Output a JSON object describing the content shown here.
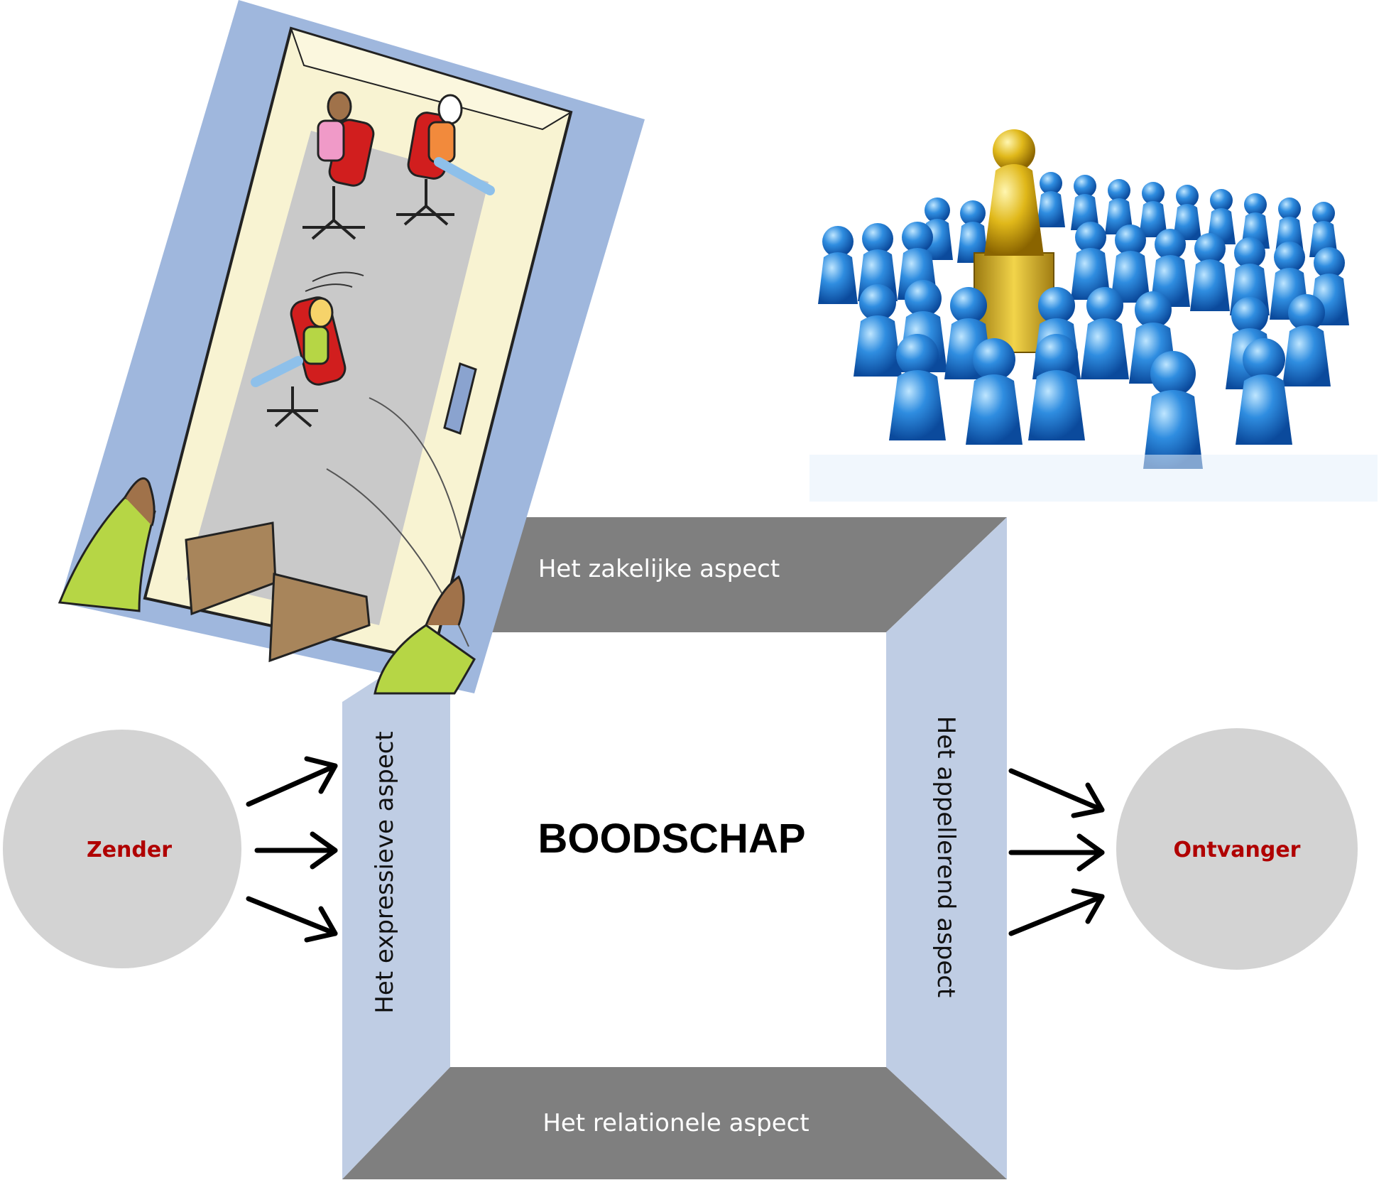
{
  "diagram": {
    "center_label": "BOODSCHAP",
    "top_aspect": "Het zakelijke aspect",
    "bottom_aspect": "Het relationele aspect",
    "left_aspect": "Het expressieve aspect",
    "right_aspect": "Het appellerend aspect",
    "sender": "Zender",
    "receiver": "Ontvanger"
  },
  "colors": {
    "frame_dark": "#7f7f7f",
    "frame_light": "#bfcde4",
    "circle": "#d3d3d3",
    "circle_text": "#b00000",
    "arrow": "#000000"
  },
  "illustrations": {
    "left": "cartoon-room-tilted-icon",
    "right": "leader-pawn-crowd-icon"
  }
}
